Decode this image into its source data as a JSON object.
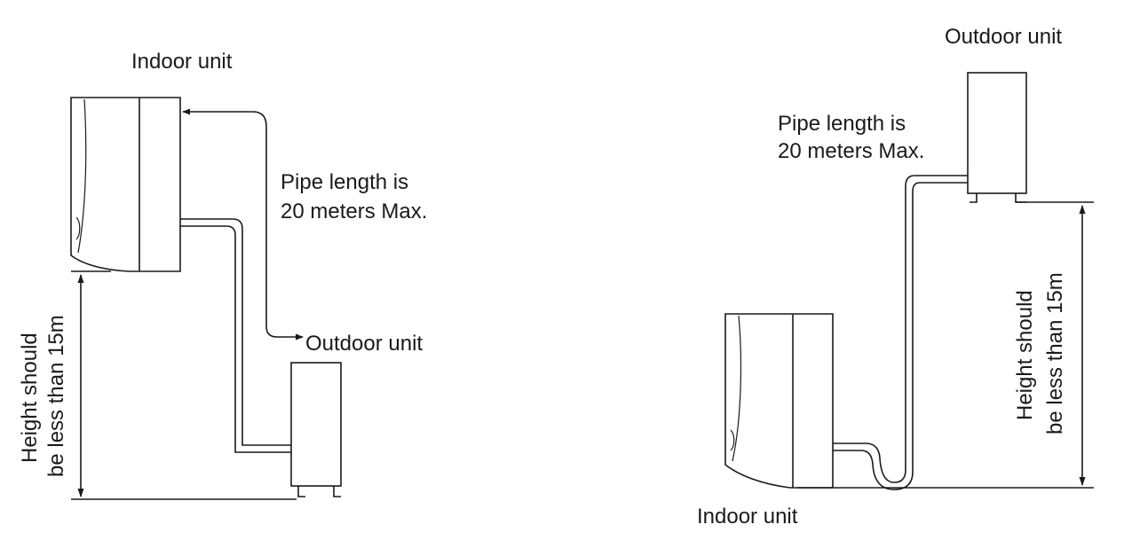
{
  "left_diagram": {
    "indoor_label": "Indoor unit",
    "outdoor_label": "Outdoor unit",
    "pipe_line1": "Pipe length is",
    "pipe_line2": "20 meters Max.",
    "height_line1": "Height  should",
    "height_line2": "be less than 15m"
  },
  "right_diagram": {
    "indoor_label": "Indoor unit",
    "outdoor_label": "Outdoor unit",
    "pipe_line1": "Pipe length is",
    "pipe_line2": "20 meters Max.",
    "height_line1": "Height  should",
    "height_line2": "be less than 15m"
  }
}
